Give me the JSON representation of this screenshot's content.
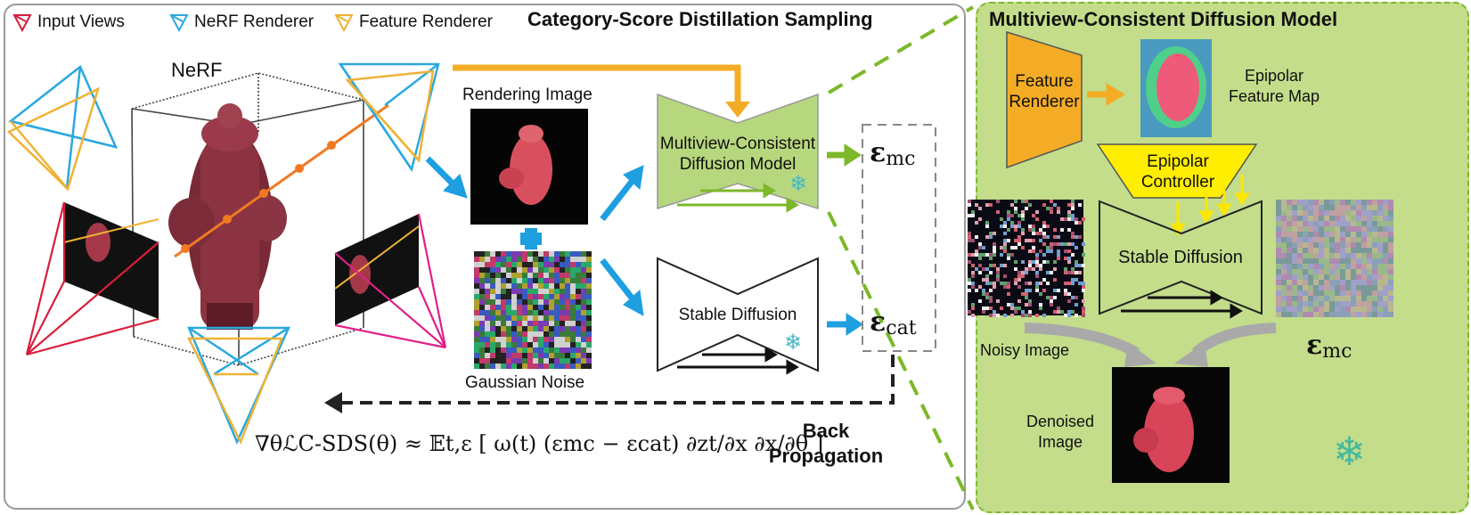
{
  "legend": {
    "input_views": "Input Views",
    "nerf_renderer": "NeRF Renderer",
    "feature_renderer": "Feature Renderer"
  },
  "left_title": "Category-Score Distillation Sampling",
  "right_title": "Multiview-Consistent Diffusion Model",
  "nerf_label": "NeRF",
  "rendering_image": "Rendering Image",
  "gaussian_noise": "Gaussian Noise",
  "mvcd_block": {
    "line1": "Multiview-Consistent",
    "line2": "Diffusion Model"
  },
  "sd_block": "Stable Diffusion",
  "eps_mc": {
    "symbol": "ε",
    "sub": "mc"
  },
  "eps_cat": {
    "symbol": "ε",
    "sub": "cat"
  },
  "formula": "∇θℒC-SDS(θ) ≈ 𝔼t,ε [ ω(t) (εmc − εcat) ∂zt/∂x ∂x/∂θ ]",
  "back_propagation": {
    "line1": "Back",
    "line2": "Propagation"
  },
  "feature_renderer_block": {
    "line1": "Feature",
    "line2": "Renderer"
  },
  "epipolar_feature_map": {
    "line1": "Epipolar",
    "line2": "Feature Map"
  },
  "epipolar_controller": {
    "line1": "Epipolar",
    "line2": "Controller"
  },
  "right_sd_block": "Stable Diffusion",
  "noisy_image": "Noisy Image",
  "denoised_image": {
    "line1": "Denoised",
    "line2": "Image"
  },
  "colors": {
    "input_view": "#d81e3a",
    "nerf_renderer": "#2aa8e0",
    "feature_renderer": "#f0b234",
    "green_block": "#b7d77e",
    "green_arrow": "#7cb82a",
    "blue_arrow": "#1e9fe0",
    "orange_arrow": "#f4ac26",
    "controller_yellow": "#ffee00",
    "panel_green": "#c3dd8b"
  }
}
